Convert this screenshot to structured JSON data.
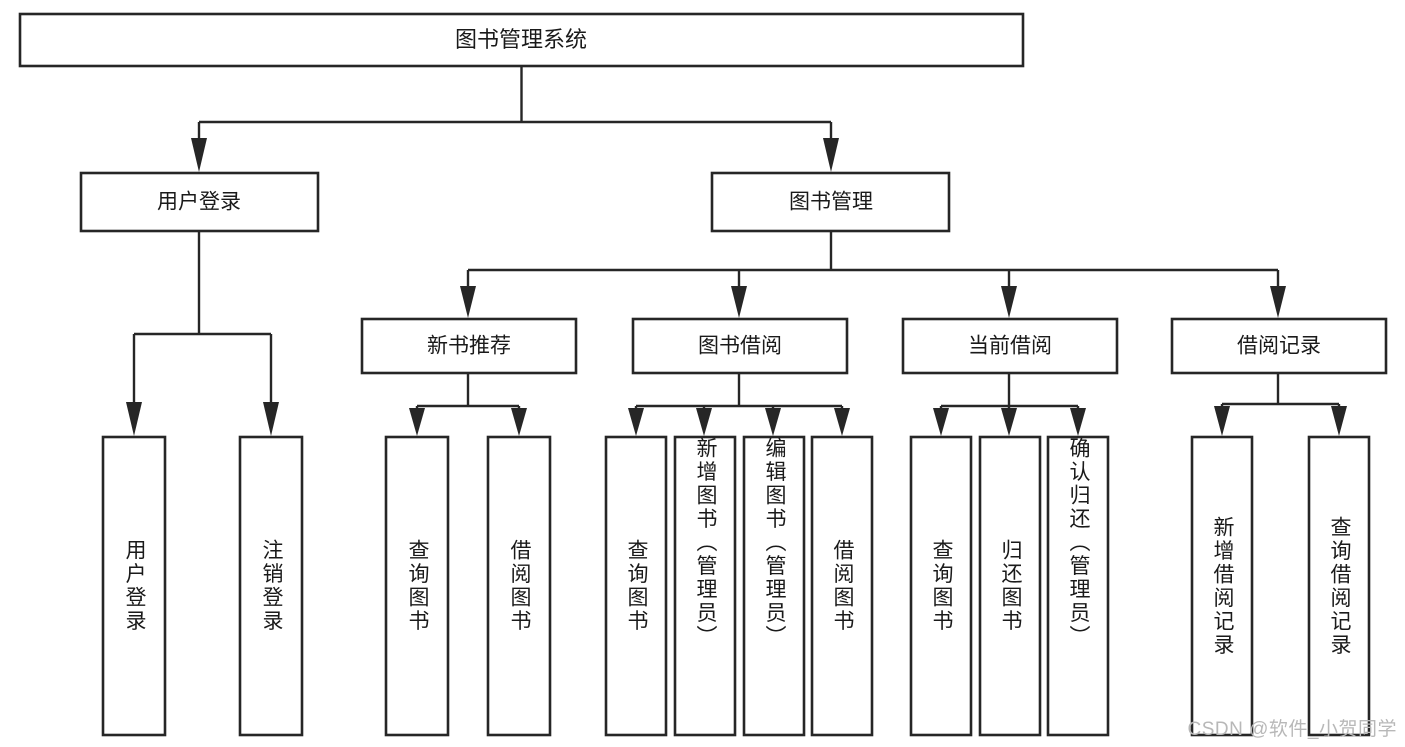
{
  "diagram": {
    "type": "hierarchy-tree",
    "title": "图书管理系统",
    "watermark": "CSDN @软件_小贺同学",
    "colors": {
      "stroke": "#262626",
      "node_fill": "#ffffff",
      "background": "#ffffff",
      "text": "#1a1a1a",
      "watermark": "#b8b8b8"
    },
    "level1": {
      "label": "图书管理系统"
    },
    "level2": [
      {
        "label": "用户登录"
      },
      {
        "label": "图书管理"
      }
    ],
    "level3": [
      {
        "label": "新书推荐"
      },
      {
        "label": "图书借阅"
      },
      {
        "label": "当前借阅"
      },
      {
        "label": "借阅记录"
      }
    ],
    "leaves": {
      "user_login": [
        {
          "label": "用户登录"
        },
        {
          "label": "注销登录"
        }
      ],
      "new_book_recommend": [
        {
          "label": "查询图书"
        },
        {
          "label": "借阅图书"
        }
      ],
      "book_borrow": [
        {
          "label": "查询图书"
        },
        {
          "label": "新增图书（管理员）"
        },
        {
          "label": "编辑图书（管理员）"
        },
        {
          "label": "借阅图书"
        }
      ],
      "current_borrow": [
        {
          "label": "查询图书"
        },
        {
          "label": "归还图书"
        },
        {
          "label": "确认归还（管理员）"
        }
      ],
      "borrow_record": [
        {
          "label": "新增借阅记录"
        },
        {
          "label": "查询借阅记录"
        }
      ]
    }
  }
}
